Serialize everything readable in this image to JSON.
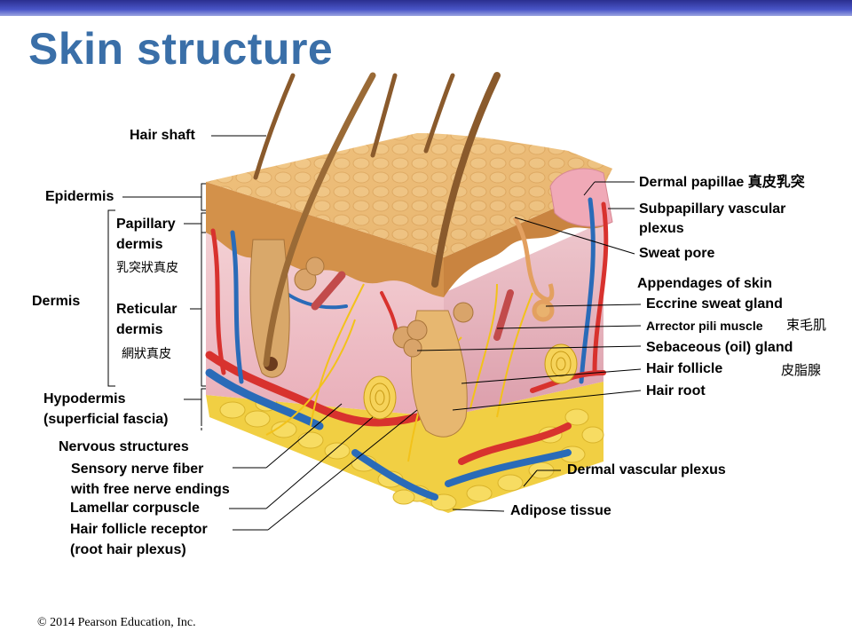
{
  "title": "Skin structure",
  "copyright": "© 2014 Pearson Education,  Inc.",
  "left_labels": {
    "hair_shaft": "Hair shaft",
    "epidermis": "Epidermis",
    "papillary": [
      "Papillary",
      "dermis"
    ],
    "papillary_cjk": "乳突狀真皮",
    "dermis": "Dermis",
    "reticular": [
      "Reticular",
      "dermis"
    ],
    "reticular_cjk": "網狀真皮",
    "hypodermis": [
      "Hypodermis",
      "(superficial fascia)"
    ],
    "nervous": "Nervous structures",
    "sensory": [
      "Sensory nerve fiber",
      "with free nerve endings"
    ],
    "lamellar": "Lamellar corpuscle",
    "follicle_receptor": [
      "Hair follicle receptor",
      "(root hair plexus)"
    ]
  },
  "right_labels": {
    "dermal_papillae": "Dermal papillae 真皮乳突",
    "subpapillary": [
      "Subpapillary vascular",
      "plexus"
    ],
    "sweat_pore": "Sweat pore",
    "appendages": "Appendages of skin",
    "eccrine": "Eccrine sweat gland",
    "arrector": "Arrector pili muscle",
    "arrector_cjk": "束毛肌",
    "sebaceous": "Sebaceous (oil) gland",
    "hair_follicle": "Hair follicle",
    "sebaceous_cjk": "皮脂腺",
    "hair_root": "Hair root",
    "dermal_vascular": "Dermal vascular plexus",
    "adipose": "Adipose tissue"
  },
  "colors": {
    "title": "#3a6fa8",
    "artery": "#d8322e",
    "vein": "#2a6bb8",
    "nerve": "#f2c21a",
    "fat": "#f3d34a",
    "epidermis": "#e2a95a",
    "dermis": "#f0c2c8"
  }
}
